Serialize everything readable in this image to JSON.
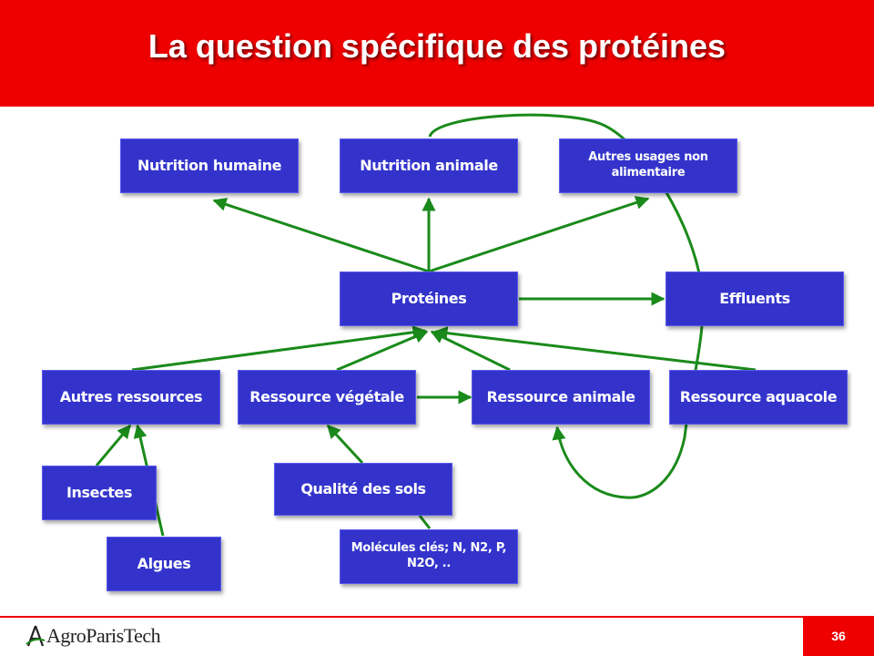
{
  "slide": {
    "title": "La question spécifique des protéines",
    "page_number": "36",
    "logo_text": "AgroParisTech"
  },
  "nodes": {
    "nutrition_humaine": "Nutrition humaine",
    "nutrition_animale": "Nutrition animale",
    "autres_usages": "Autres usages non alimentaire",
    "proteines": "Protéines",
    "effluents": "Effluents",
    "autres_ressources": "Autres ressources",
    "ressource_vegetale": "Ressource végétale",
    "ressource_animale": "Ressource animale",
    "ressource_aquacole": "Ressource aquacole",
    "insectes": "Insectes",
    "algues": "Algues",
    "qualite_sols": "Qualité des sols",
    "molecules_cles": "Molécules clés; N, N2, P, N2O, .."
  },
  "colors": {
    "header": "#ee0000",
    "node_fill": "#3333cc",
    "arrow": "#1a8a1a"
  }
}
